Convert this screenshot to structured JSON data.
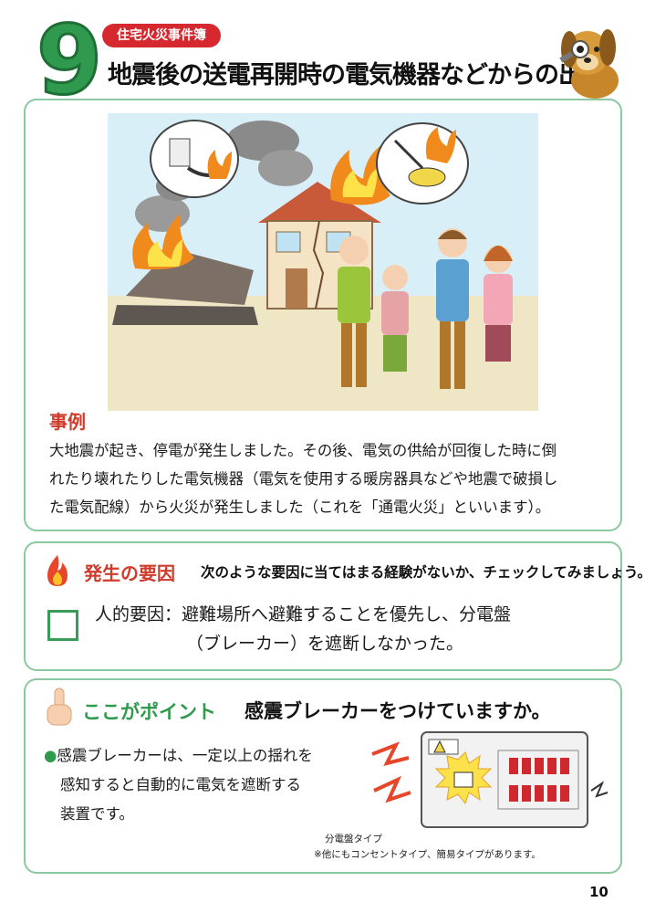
{
  "header": {
    "number": "9",
    "category": "住宅火災事件簿",
    "title": "地震後の送電再開時の電気機器などからの出火"
  },
  "case": {
    "heading": "事例",
    "lines": [
      "大地震が起き、停電が発生しました。その後、電気の供給が回復した時に倒",
      "れたり壊れたりした電気機器（電気を使用する暖房器具などや地震で破損し",
      "た電気配線）から火災が発生しました（これを「通電火災」といいます）。"
    ]
  },
  "factors": {
    "heading": "発生の要因",
    "subheading": "次のような要因に当てはまる経験がないか、チェックしてみましょう。",
    "items": [
      {
        "line1": "人的要因：避難場所へ避難することを優先し、分電盤",
        "line2": "（ブレーカー）を遮断しなかった。"
      }
    ]
  },
  "point": {
    "heading": "ここがポイント",
    "title": "感震ブレーカーをつけていますか。",
    "bullet_lines": [
      "感震ブレーカーは、一定以上の揺れを",
      "感知すると自動的に電気を遮断する",
      "装置です。"
    ],
    "caption": "分電盤タイプ",
    "note": "※他にもコンセントタイプ、簡易タイプがあります。"
  },
  "page_number": "10",
  "colors": {
    "accent_red": "#d03a2a",
    "accent_green": "#2f9a4d",
    "panel_border": "#8cc8a0",
    "pill_red": "#d6282f"
  },
  "icons": [
    "fire-icon",
    "pointing-finger-icon",
    "checkbox-icon",
    "dog-mascot-icon",
    "breaker-panel-icon"
  ]
}
